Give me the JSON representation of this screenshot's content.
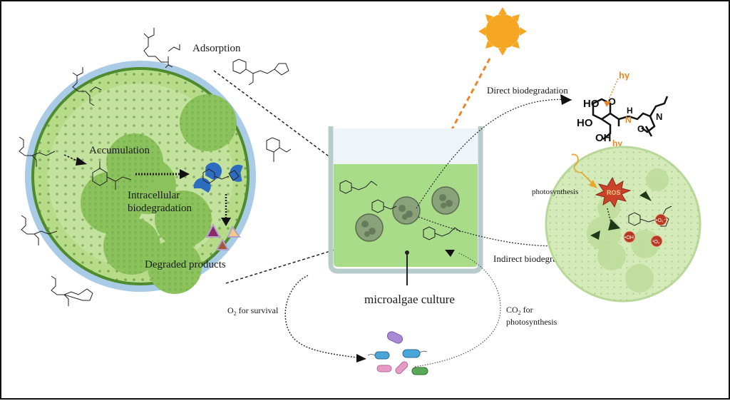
{
  "figure": {
    "title": "Microalgae-mediated antibiotic removal mechanisms",
    "labels": {
      "adsorption": "Adsorption",
      "accumulation": "Accumulation",
      "intracellular_line1": "Intracellular",
      "intracellular_line2": "biodegradation",
      "degraded_products": "Degraded products",
      "direct_biodegradation": "Direct biodegradation",
      "indirect_biodegradation": "Indirect biodegradation",
      "photosynthesis": "photosynthesis",
      "microalgae_culture": "microalgae culture",
      "o2_survival_prefix": "O",
      "o2_survival_sub": "2",
      "o2_survival_suffix": " for survival",
      "co2_prefix": "CO",
      "co2_sub": "2",
      "co2_suffix": " for",
      "co2_line2": "photosynthesis",
      "ros": "ROS",
      "hv_top": "hγ",
      "hv_bottom": "hγ",
      "radical_oh": "•OH",
      "radical_o2a": "•O₂⁻",
      "radical_o2b": "¹O₂"
    },
    "molecule_labels": {
      "ho1": "HO",
      "ho2": "HO",
      "oh": "OH",
      "o_ring": "O",
      "n_h": "H",
      "n": "N",
      "o_carbonyl": "O",
      "n_ring": "N"
    },
    "colors": {
      "cell_outer": "#a9cbe6",
      "cell_wall": "#4e8a2e",
      "cell_fill": "#b6dc8a",
      "chloroplast": "#8cc25c",
      "culture_fill": "#a8dc88",
      "sun": "#f5a623",
      "light_ray": "#e8872a",
      "enzyme": "#2e6cc0",
      "ros": "#c9432b",
      "radical": "#b63a22",
      "product_purple": "#8a2a6a",
      "product_yellow": "#f3c98b",
      "product_brown": "#a3573a",
      "bacteria_purple": "#a98ad6",
      "bacteria_blue": "#4aa6d8",
      "bacteria_pink": "#e79ac6",
      "bacteria_green": "#5aa85a"
    }
  }
}
